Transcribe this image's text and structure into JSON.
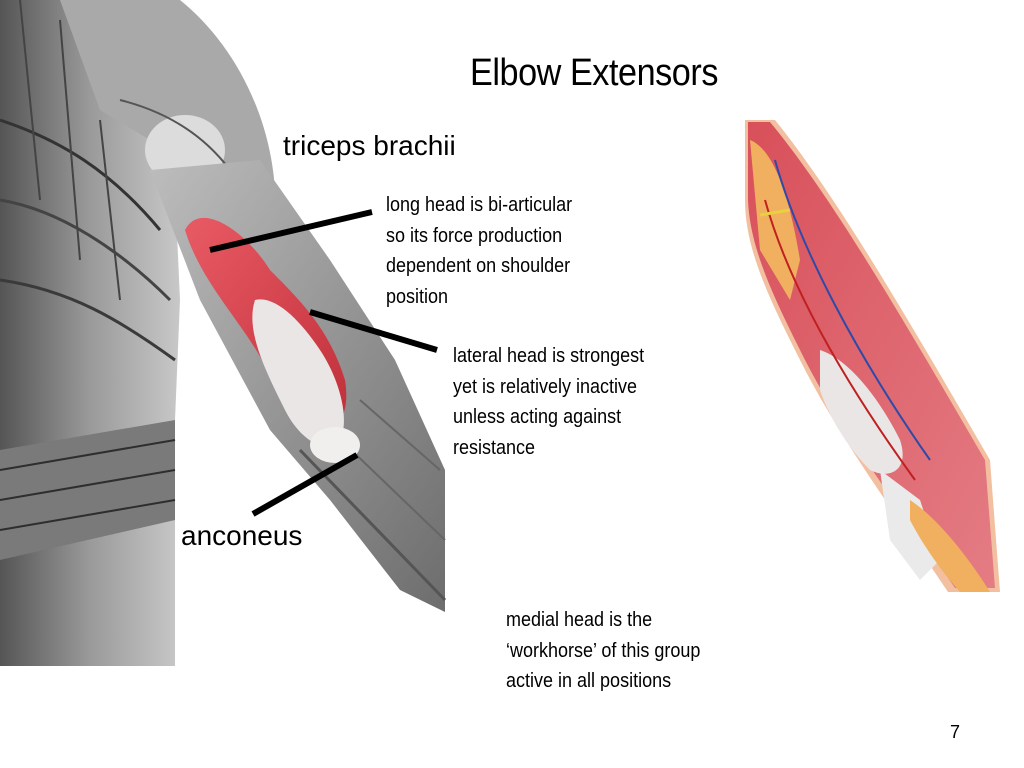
{
  "slide": {
    "title": "Elbow Extensors",
    "muscle_label": "triceps brachii",
    "anconeus_label": "anconeus",
    "notes": {
      "long_head": "long head is bi-articular\nso its force production\ndependent on shoulder\nposition",
      "lateral_head": "lateral head is strongest\nyet is relatively inactive\nunless acting against\nresistance",
      "medial_head": "medial head is the\n‘workhorse’ of this group\nactive in all positions"
    },
    "page_number": "7"
  },
  "colors": {
    "muscle_red": "#d9404a",
    "tendon_white": "#e8e4e4",
    "skin_pink": "#e8909a",
    "bone": "#f0b060",
    "engraving_gray": "#8a8a8a"
  }
}
